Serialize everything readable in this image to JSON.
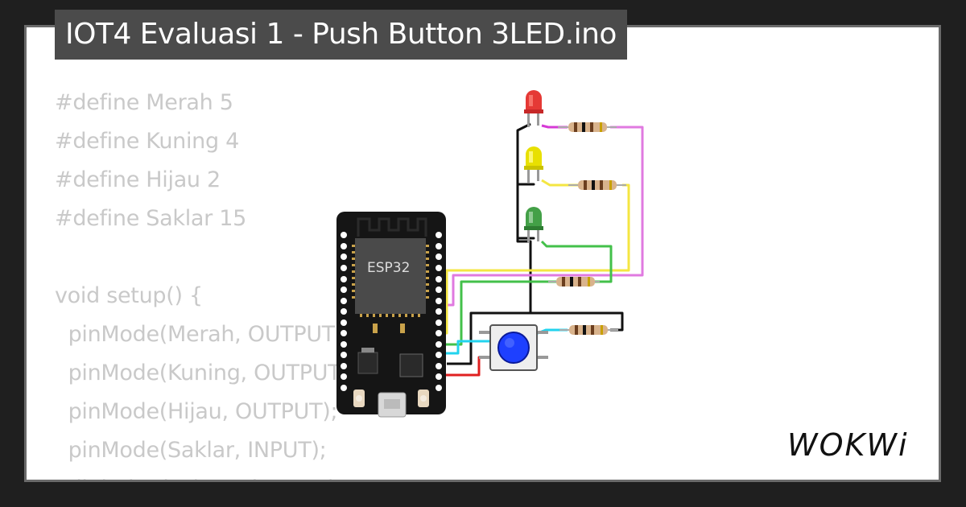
{
  "project": {
    "title": "IOT4 Evaluasi 1 - Push Button 3LED.ino"
  },
  "code": {
    "lines": [
      "#define Merah 5",
      "#define Kuning 4",
      "#define Hijau 2",
      "#define Saklar 15",
      "",
      "void setup() {",
      "  pinMode(Merah, OUTPUT);",
      "  pinMode(Kuning, OUTPUT);",
      "  pinMode(Hijau, OUTPUT);",
      "  pinMode(Saklar, INPUT);",
      "  digitalWrite(Merah, LOW);"
    ]
  },
  "board": {
    "label": "ESP32"
  },
  "logo": {
    "text": "WOKWi"
  },
  "colors": {
    "led_red": "#e53935",
    "led_yellow": "#e8e000",
    "led_green": "#43a047",
    "button_cap": "#1e40ff",
    "wire_pink": "#e07ae0",
    "wire_yellow": "#f4e642",
    "wire_green": "#43c04a",
    "wire_cyan": "#22d3ee",
    "wire_red": "#e02020",
    "wire_black": "#111111"
  },
  "icons": {
    "logo": "wokwi-logo"
  }
}
